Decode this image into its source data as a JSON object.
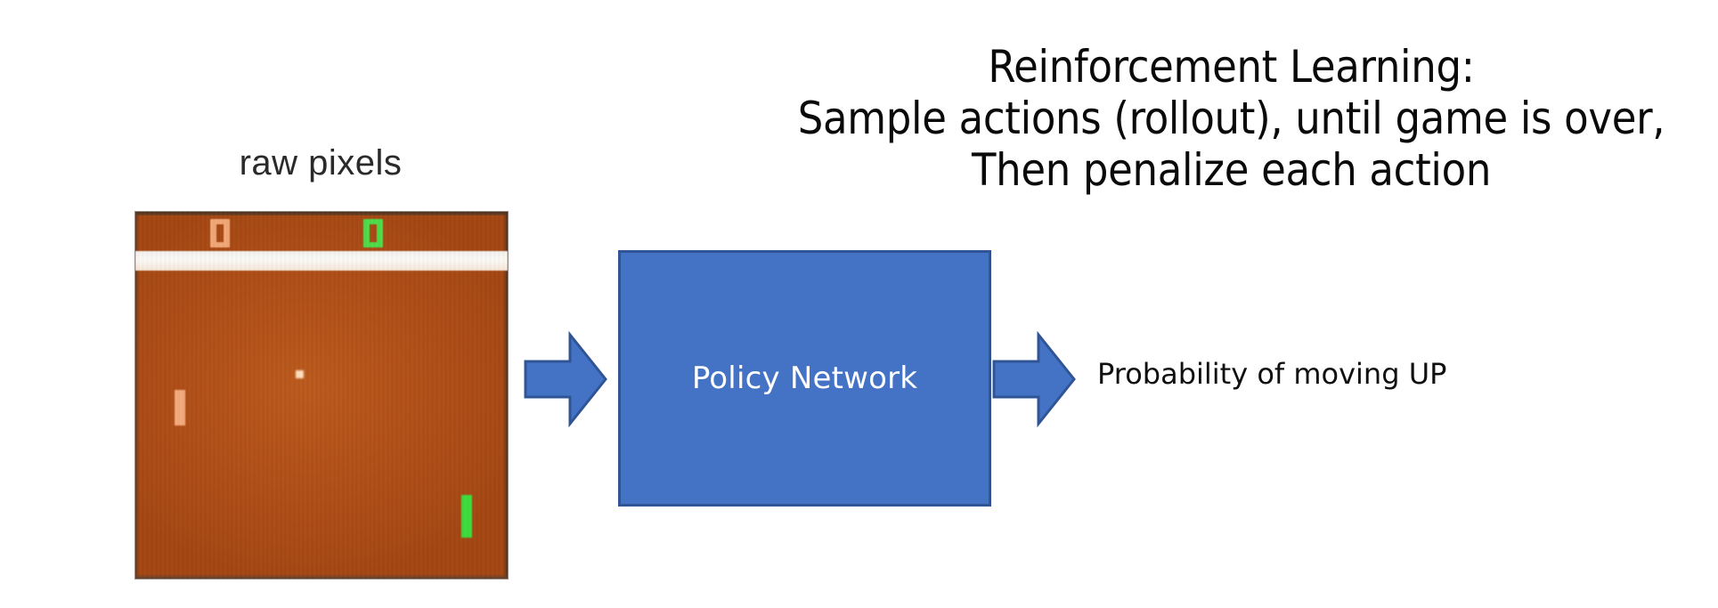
{
  "headline": {
    "line1": "Reinforcement Learning:",
    "line2": "Sample actions (rollout), until game is over,",
    "line3": "Then penalize each action"
  },
  "input": {
    "caption": "raw pixels",
    "arrow_icon": "right-block-arrow-icon"
  },
  "pong": {
    "score_left": "0",
    "score_right": "0",
    "colors": {
      "background": "#b2501a",
      "score_left": "#f2a878",
      "score_right": "#4ddc49",
      "paddle_left": "#f4ab7d",
      "paddle_right": "#3ddc3d",
      "ball": "#ffe0bf",
      "divider": "#f6f4f0"
    }
  },
  "model": {
    "label": "Policy Network",
    "fill_color": "#4472c4",
    "border_color": "#2f5597",
    "text_color": "#ffffff"
  },
  "output": {
    "arrow_icon": "right-block-arrow-icon",
    "label": "Probability of moving UP"
  }
}
